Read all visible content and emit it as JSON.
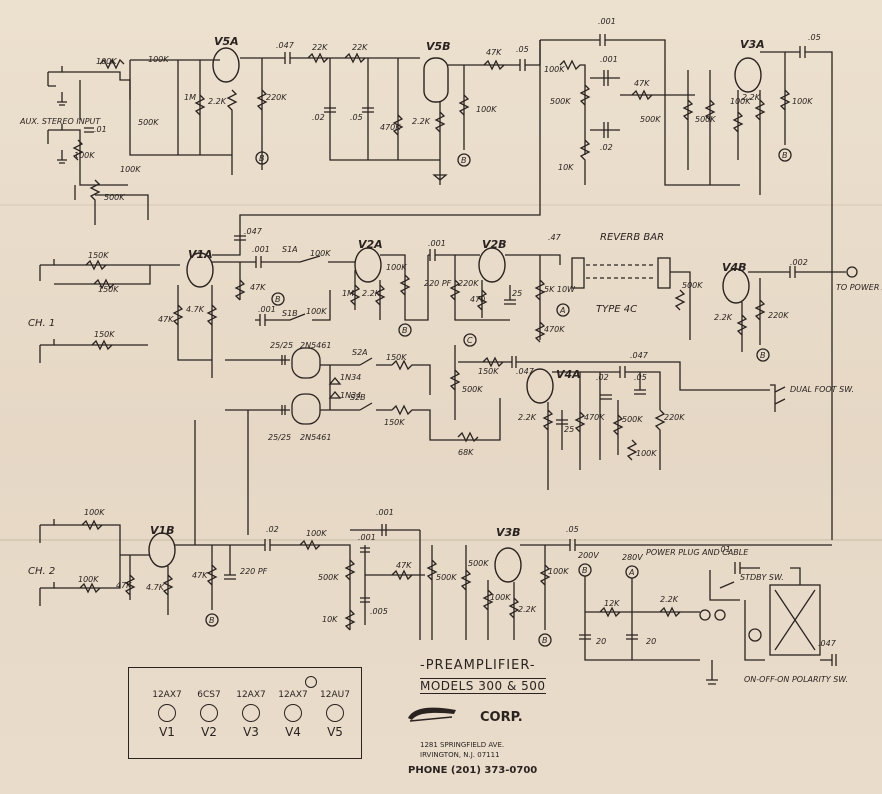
{
  "tubes": {
    "v5a": "V5A",
    "v5b": "V5B",
    "v3a": "V3A",
    "v1a": "V1A",
    "v2a": "V2A",
    "v2b": "V2B",
    "v4a": "V4A",
    "v4b": "V4B",
    "v1b": "V1B",
    "v3b": "V3B"
  },
  "labels": {
    "aux_input": "AUX. STEREO INPUT",
    "ch1": "CH. 1",
    "ch2": "CH. 2",
    "reverb_bar": "REVERB BAR",
    "type4c": "TYPE 4C",
    "to_power_amp": "TO POWER AMP",
    "dual_foot_sw": "DUAL FOOT SW.",
    "power_plug": "POWER PLUG AND CABLE",
    "stdby_sw": "STDBY SW.",
    "polarity_sw": "ON-OFF-ON POLARITY SW.",
    "fet_1": "2N5461",
    "fet_2": "2N5461",
    "diode_1": "1N34",
    "diode_2": "1N34",
    "s1a": "S1A",
    "s1b": "S1B",
    "s2a": "S2A",
    "s2b": "S2B",
    "v200": "200V",
    "v280": "280V"
  },
  "components": {
    "r100k_a": "100K",
    "r100k_b": "100K",
    "r500k_a": "500K",
    "c01": ".01",
    "r100k_c": "100K",
    "r1m_a": "1M",
    "r22k_a": "2.2K",
    "c047_a": ".047",
    "r22k_b": "22K",
    "r22k_c": "22K",
    "r220k_a": "220K",
    "c02_a": ".02",
    "c05_a": ".05",
    "r470k_a": "470K",
    "r22k_d": "2.2K",
    "r47k_a": "47K",
    "c05_b": ".05",
    "r100k_d": "100K",
    "c001_a": ".001",
    "c001_b": ".001",
    "r500k_b": "500K",
    "c02_b": ".02",
    "r10k_a": "10K",
    "r47k_b": "47K",
    "r500k_c": "500K",
    "r500k_d": "500K",
    "r22k_e": "2.2K",
    "r100k_e": "100K",
    "c05_c": ".05",
    "r100k_f": "100K",
    "r100k_g": "100K",
    "r500k_e": "500K",
    "c047_b": ".047",
    "r150k_a": "150K",
    "r150k_b": "150K",
    "c001_c": ".001",
    "r47k_c": "47K",
    "r100k_h": "100K",
    "r1m_b": "1M",
    "r22k_f": "2.2K",
    "r100k_i": "100K",
    "c220pf_a": "220 PF",
    "c001_d": ".001",
    "r220k_b": "220K",
    "r470_a": "470",
    "c25_a": "25",
    "c47_a": ".47",
    "r5k": "5K 10W",
    "r470k_b": "470K",
    "c002": ".002",
    "r500k_f": "500K",
    "r22k_g": "2.2K",
    "r220k_c": "220K",
    "r150k_c": "150K",
    "r47k_d": "47K",
    "r47k_e": "4.7K",
    "c001_e": ".001",
    "r100k_j": "100K",
    "c25_25_a": "25/25",
    "c25_25_b": "25/25",
    "r150k_d": "150K",
    "r150k_e": "150K",
    "r500k_g": "500K",
    "r68k": "68K",
    "r150k_f": "150K",
    "c047_c": ".047",
    "c047_d": ".047",
    "c02_c": ".02",
    "c05_d": ".05",
    "r22k_h": "2.2K",
    "c25_b": "25",
    "r470k_c": "470K",
    "r500k_h": "500K",
    "r100k_k": "100K",
    "r220k_d": "220K",
    "r100k_l": "100K",
    "r100k_m": "100K",
    "r47k_f": "47K",
    "r47k_g": "4.7K",
    "r47k_h": "47K",
    "c220pf_b": "220 PF",
    "c02_d": ".02",
    "r100k_n": "100K",
    "c001_f": ".001",
    "c001_g": ".001",
    "r500k_i": "500K",
    "r10k_b": "10K",
    "c005": ".005",
    "r47k_i": "47K",
    "r500k_j": "500K",
    "r500k_k": "500K",
    "r100k_o": "100K",
    "r22k_i": "2.2K",
    "c05_e": ".05",
    "r100k_p": "100K",
    "r12k": "12K",
    "r22k_j": "2.2K",
    "c20_a": "20",
    "c20_b": "20",
    "c01_b": ".01",
    "c047_e": ".047"
  },
  "nodes": {
    "b": "B",
    "a": "A",
    "c": "C"
  },
  "tube_chart": {
    "types": [
      "12AX7",
      "6CS7",
      "12AX7",
      "12AX7",
      "12AU7"
    ],
    "positions": [
      "V1",
      "V2",
      "V3",
      "V4",
      "V5"
    ]
  },
  "title_block": {
    "title": "PREAMPLIFIER",
    "models": "MODELS 300 & 500",
    "corp": "CORP.",
    "address_1": "1281 SPRINGFIELD AVE.",
    "address_2": "IRVINGTON, N.J. 07111",
    "phone": "PHONE (201) 373-0700"
  }
}
